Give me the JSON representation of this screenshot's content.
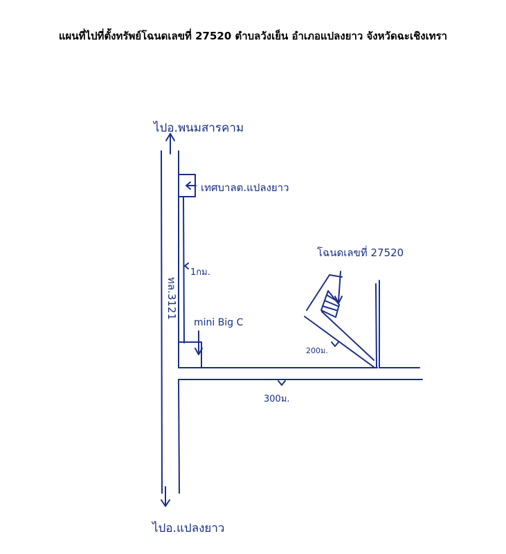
{
  "title": "แผนที่ไปที่ตั้งทรัพย์โฉนดเลขที่ 27520 ตำบลวังเย็น อำเภอแปลงยาว จังหวัดฉะเชิงเทรา",
  "labels": {
    "north_destination": "ไปอ.พนมสารคาม",
    "south_destination": "ไปอ.แปลงยาว",
    "highway": "ทล.3121",
    "municipality": "เทศบาลต.แปลงยาว",
    "distance_1km": "1กม.",
    "store": "mini Big C",
    "target_parcel": "โฉนดเลขที่ 27520",
    "distance_200m": "200ม.",
    "distance_300m": "300ม."
  },
  "colors": {
    "ink": "#1a2f86",
    "title": "#000000",
    "background": "#ffffff"
  }
}
